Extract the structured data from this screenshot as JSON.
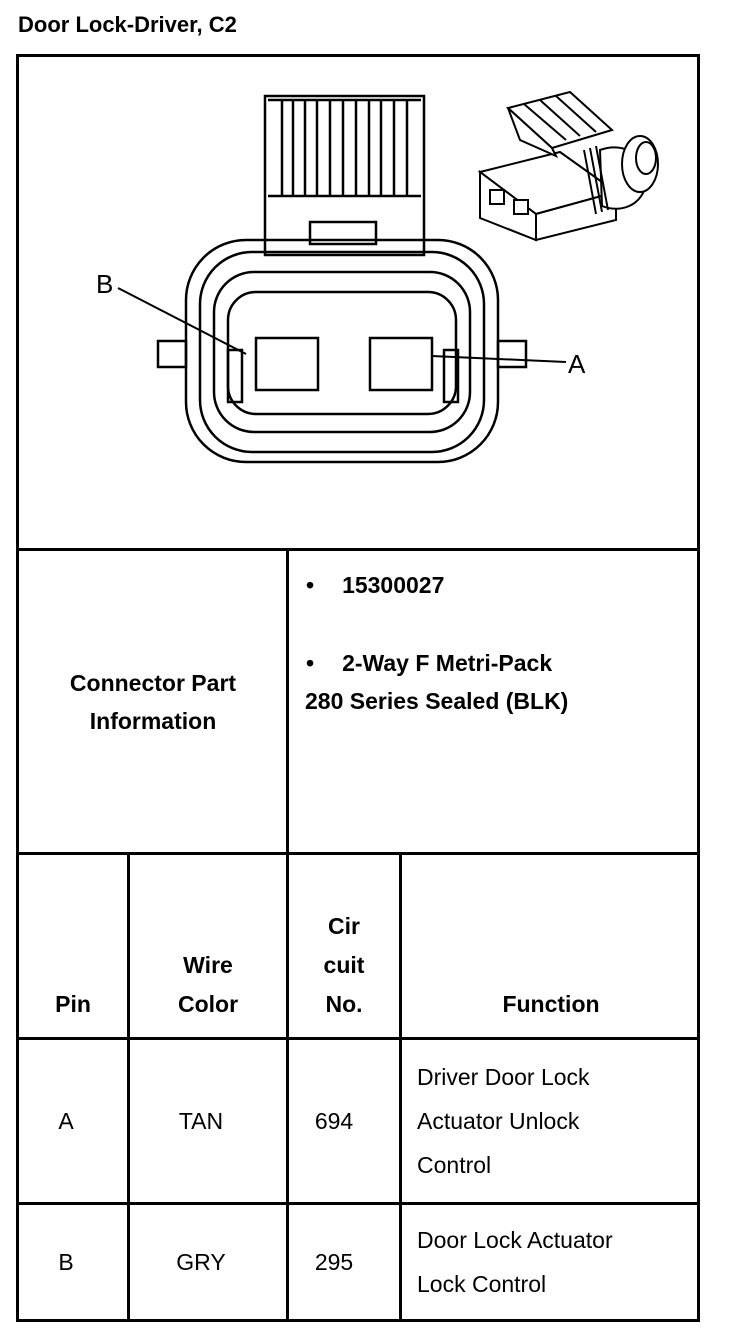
{
  "title": "Door Lock-Driver, C2",
  "diagram": {
    "label_b": "B",
    "label_a": "A"
  },
  "connector_info": {
    "label": "Connector Part Information",
    "part_number": "15300027",
    "description_line1": "2-Way F Metri-Pack",
    "description_line2": "280 Series Sealed (BLK)"
  },
  "table": {
    "headers": {
      "pin": "Pin",
      "wire_color_1": "Wire",
      "wire_color_2": "Color",
      "circuit_1": "Cir",
      "circuit_2": "cuit",
      "circuit_3": "No.",
      "function": "Function"
    },
    "rows": [
      {
        "pin": "A",
        "wire_color": "TAN",
        "circuit": "694",
        "function_lines": [
          "Driver Door Lock",
          "Actuator Unlock",
          "Control"
        ]
      },
      {
        "pin": "B",
        "wire_color": "GRY",
        "circuit": "295",
        "function_lines": [
          "Door Lock Actuator",
          "Lock Control"
        ]
      }
    ]
  }
}
